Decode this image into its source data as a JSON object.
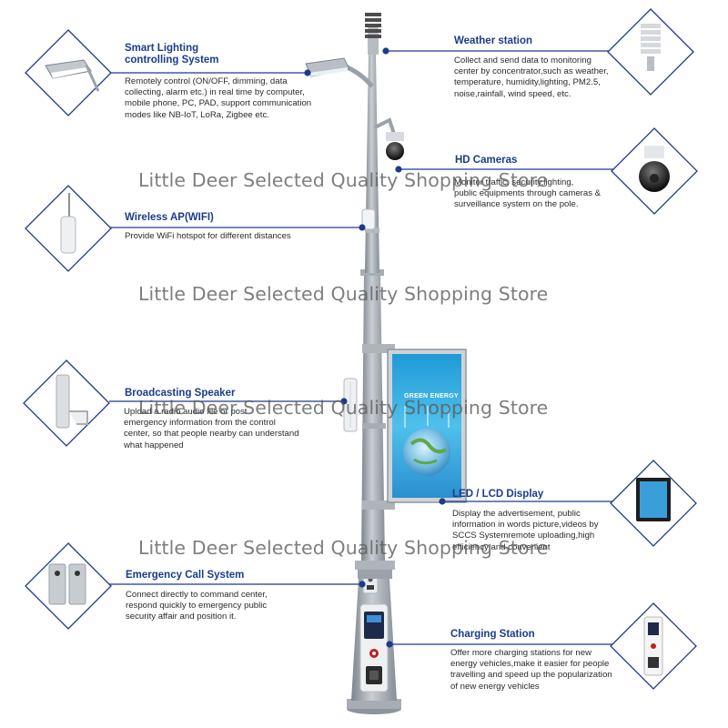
{
  "features": [
    {
      "id": "smart-lighting",
      "title_lines": [
        "Smart Lighting",
        "controlling System"
      ],
      "desc": "Remotely control (ON/OFF, dimming, data\ncollecting, alarm etc.) in real time by computer,\nmobile phone, PC, PAD, support communication\nmodes like NB-IoT, LoRa, Zigbee etc.",
      "icon": "street-light-icon"
    },
    {
      "id": "weather-station",
      "title_lines": [
        "Weather station"
      ],
      "desc": "Collect and send data to monitoring\ncenter by concentrator,such as weather,\ntemperature, humidity,lighting, PM2.5,\nnoise,rainfall, wind speed, etc.",
      "icon": "weather-sensor-icon"
    },
    {
      "id": "hd-cameras",
      "title_lines": [
        "HD Cameras"
      ],
      "desc": "Monitor traffic, security,lighting,\npublic equipments through cameras &\nsurveillance system on the pole.",
      "icon": "dome-camera-icon"
    },
    {
      "id": "wireless-ap",
      "title_lines": [
        "Wireless AP(WIFI)"
      ],
      "desc": "Provide WiFi hotspot for different distances",
      "icon": "wifi-antenna-icon"
    },
    {
      "id": "broadcasting-speaker",
      "title_lines": [
        "Broadcasting Speaker"
      ],
      "desc": "Upload a radio audio file or post\nemergency information from the control\ncenter, so that people nearby can understand\nwhat happened",
      "icon": "column-speaker-icon"
    },
    {
      "id": "led-lcd-display",
      "title_lines": [
        "LED / LCD Display"
      ],
      "desc": "Display the advertisement, public\ninformation in  words picture,videos by\nSCCS Systemremote uploading,high\nefficiency and convenient",
      "icon": "lcd-monitor-icon"
    },
    {
      "id": "emergency-call",
      "title_lines": [
        "Emergency Call System"
      ],
      "desc": "Connect directly to command center,\nrespond quickly to emergency public\nsecurity affair and position it.",
      "icon": "intercom-panel-icon"
    },
    {
      "id": "charging-station",
      "title_lines": [
        "Charging Station"
      ],
      "desc": "Offer more charging stations for new\nenergy vehicles,make it easier for people\ntravelling and speed up the popularization\nof new energy vehicles",
      "icon": "ev-charger-icon"
    }
  ],
  "watermark": "Little Deer Selected Quality Shopping Store",
  "display_screen_text": "GREEN ENERGY",
  "colors": {
    "title": "#1a3c8a",
    "connector": "#1e3a8a",
    "pole": "#9aa1a8"
  }
}
